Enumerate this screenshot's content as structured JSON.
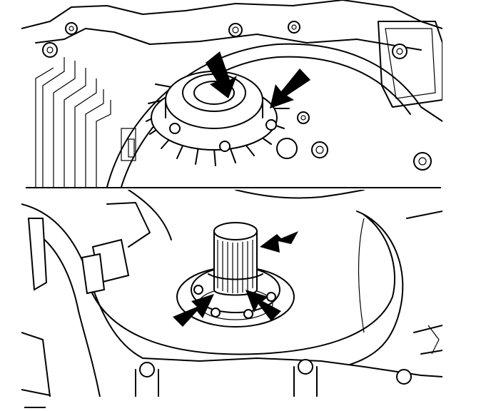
{
  "figure": {
    "panels": [
      {
        "id": "top",
        "subject": "pump-assembly-with-stator-support",
        "arrow_count": 2
      },
      {
        "id": "bottom",
        "subject": "splined-shaft-with-seal-housing",
        "arrow_count": 3
      }
    ],
    "colors": {
      "ink": "#000000",
      "paper": "#ffffff"
    }
  }
}
